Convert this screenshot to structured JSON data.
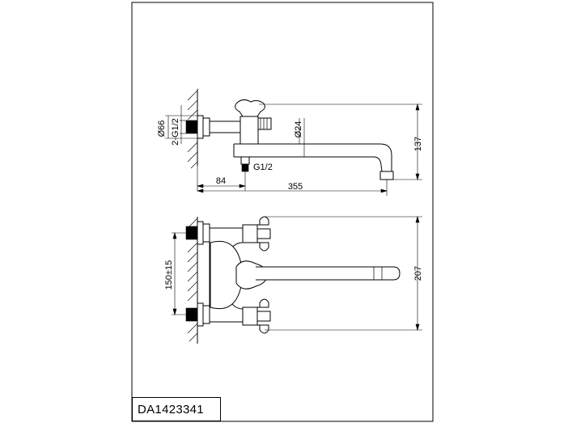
{
  "drawing": {
    "model_code": "DA1423341",
    "top_view": {
      "dim_diameter_flange": "Ø66",
      "dim_inlet_thread": "2-G1/2",
      "dim_diameter_spout": "Ø24",
      "dim_outlet_thread": "G1/2",
      "dim_offset": "84",
      "dim_length": "355",
      "dim_height": "137"
    },
    "front_view": {
      "dim_centers": "150±15",
      "dim_total_height": "207"
    }
  }
}
